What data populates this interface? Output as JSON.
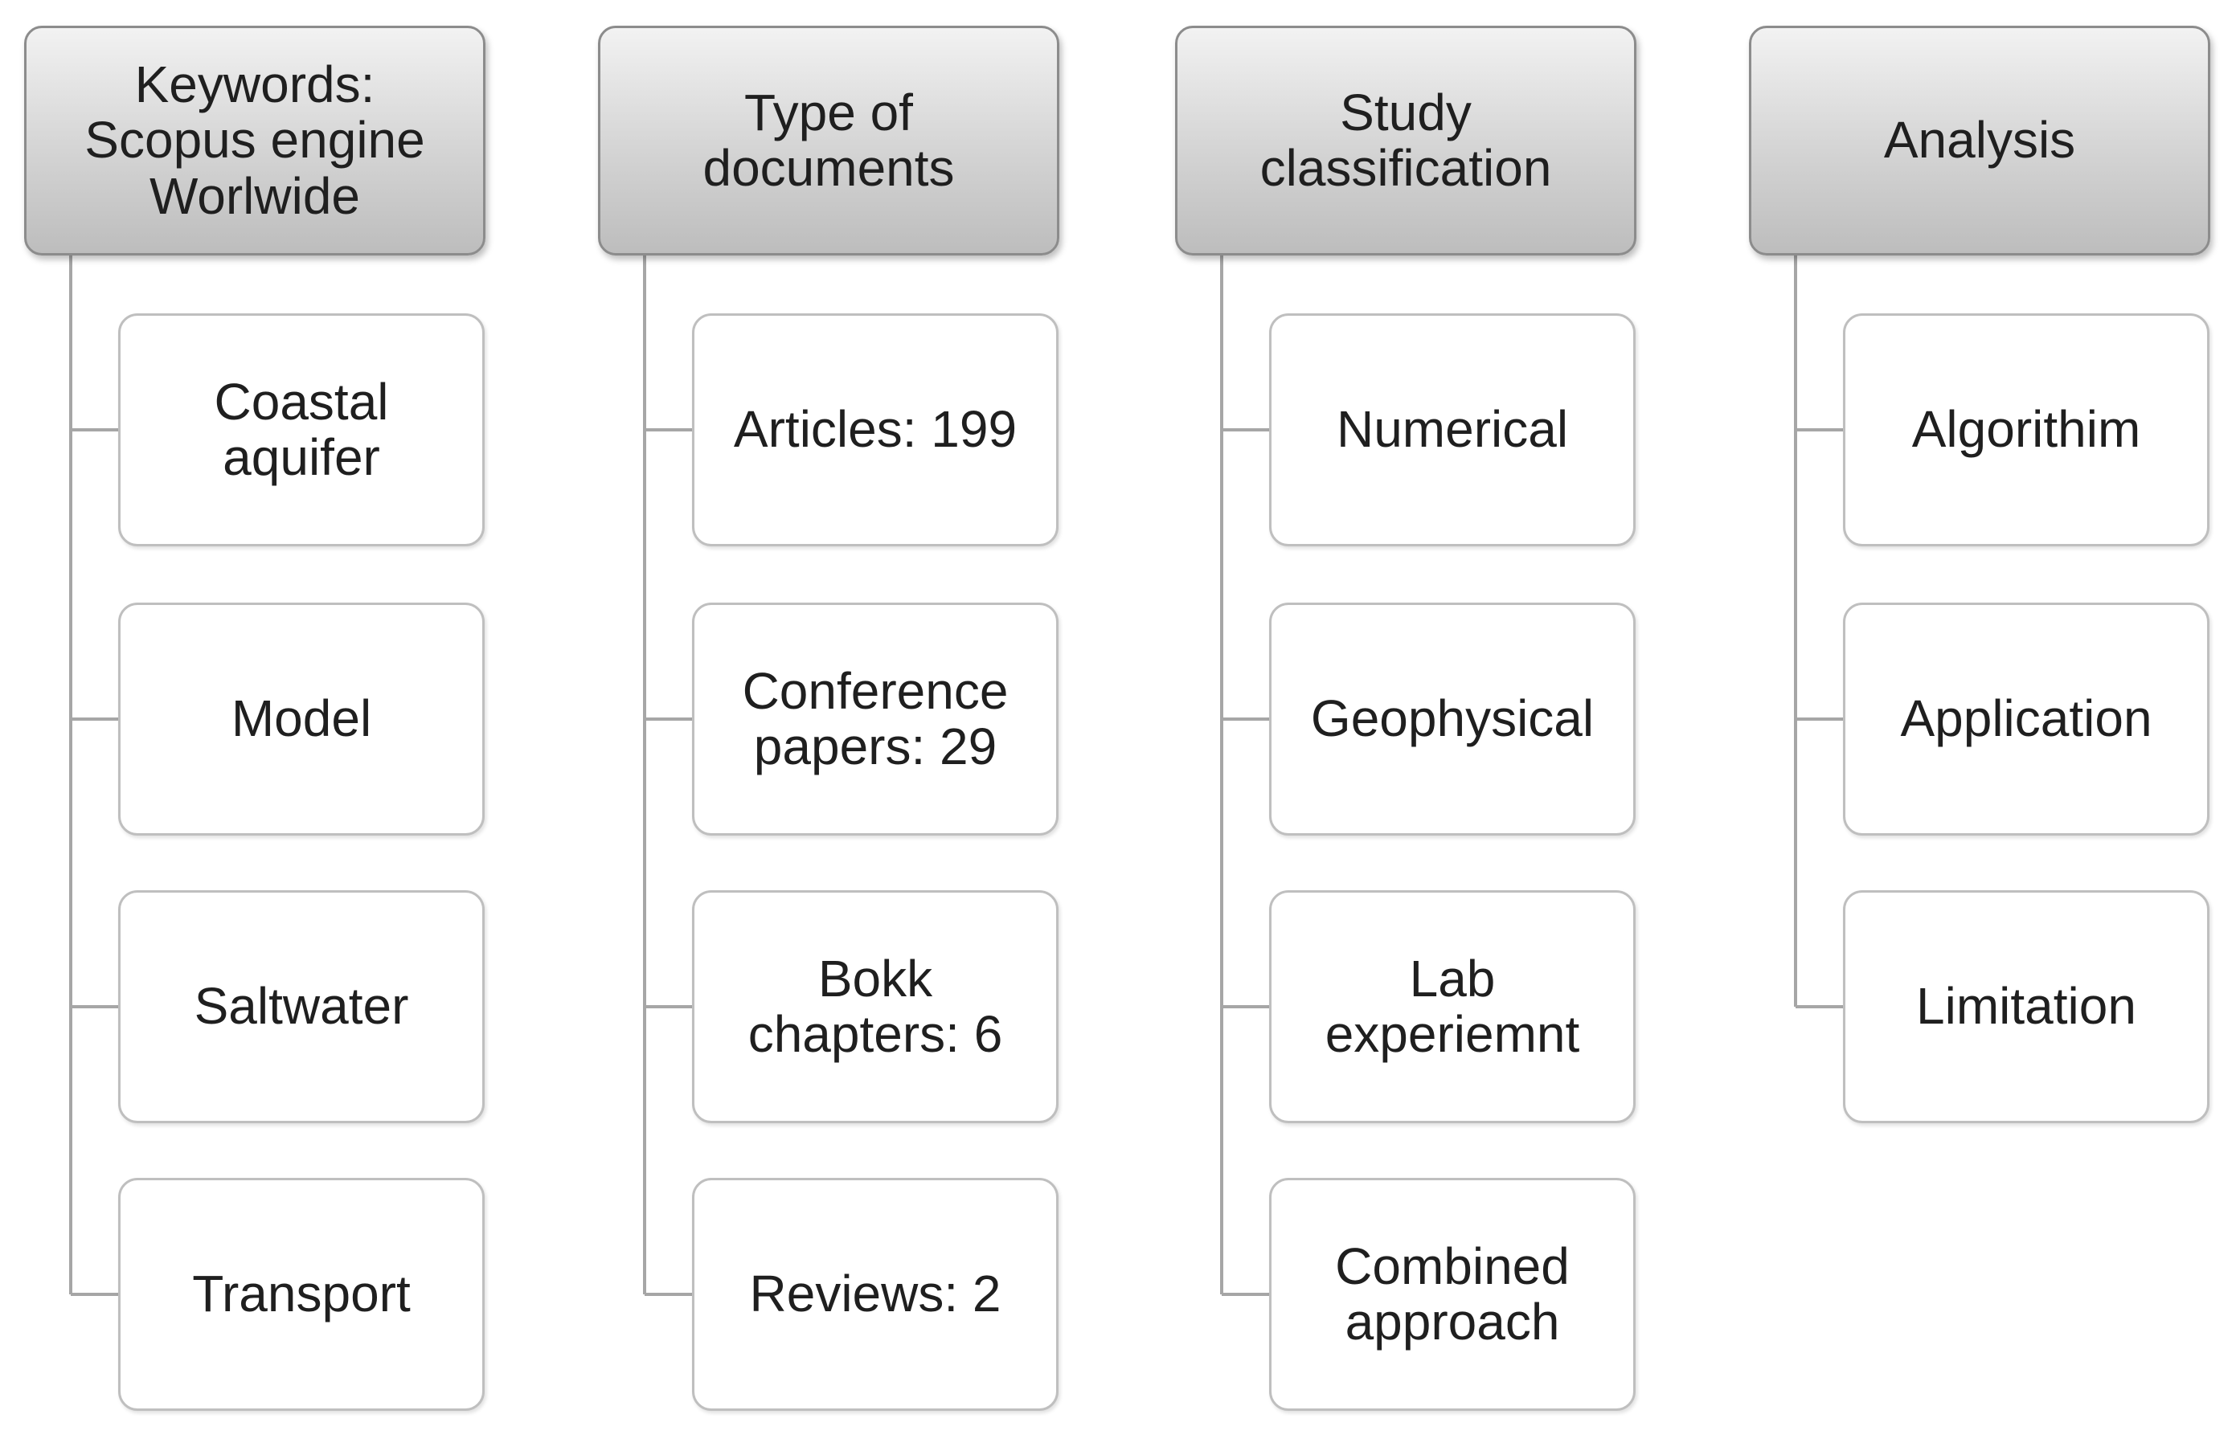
{
  "columns": [
    {
      "header": "Keywords:\nScopus engine\nWorlwide",
      "items": [
        "Coastal\naquifer",
        "Model",
        "Saltwater",
        "Transport"
      ]
    },
    {
      "header": "Type of\ndocuments",
      "items": [
        "Articles: 199",
        "Conference\npapers: 29",
        "Bokk\nchapters: 6",
        "Reviews: 2"
      ]
    },
    {
      "header": "Study\nclassification",
      "items": [
        "Numerical",
        "Geophysical",
        "Lab\nexperiemnt",
        "Combined\napproach"
      ]
    },
    {
      "header": "Analysis",
      "items": [
        "Algorithim",
        "Application",
        "Limitation"
      ]
    }
  ],
  "colors": {
    "header_top": "#f2f2f2",
    "header_bottom": "#bdbdbd",
    "box_border": "#bfbfbf",
    "connector": "#a6a6a6",
    "text": "#1f1f1f"
  }
}
